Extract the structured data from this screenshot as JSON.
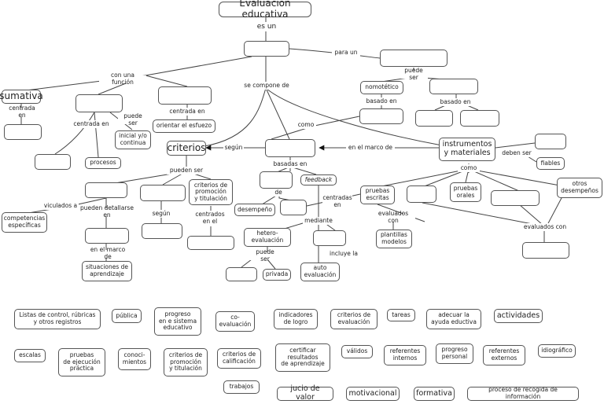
{
  "map": {
    "title": "Evaluación educativa",
    "links": {
      "es_un": "es un",
      "para_un": "para un",
      "con_una_funcion": "con una función",
      "puede_ser_top": "puede ser",
      "se_compone_de": "se compone de",
      "centrada_en_1": "centrada en",
      "centrada_en_2": "centrada en",
      "puede_ser_2": "puede ser",
      "centrada_en_3": "centrada en",
      "basado_en_1": "basado en",
      "basado_en_2": "basado en",
      "como_1": "como",
      "segun_1": "según",
      "en_el_marco_de_1": "en el marco de",
      "deben_ser": "deben ser",
      "basadas_en": "basadas en",
      "como_2": "como",
      "pueden_ser": "pueden ser",
      "viculados_a": "viculados a",
      "pueden_detallarse_en": "pueden detallarse en",
      "segun_2": "según",
      "centrados_en_el": "centrados\nen el",
      "de": "de",
      "centradas_en": "centradas\nen",
      "evaluados_con_1": "evaluados con",
      "evaluados_con_2": "evaluados con",
      "mediante": "mediante",
      "en_el_marco_de_2": "en el marco de",
      "puede_ser_3": "puede ser",
      "incluye_la": "incluye la"
    },
    "concepts": {
      "sumativa": "sumativa",
      "nomotetico": "nomotético",
      "orientar": "orientar el esfuezo",
      "inicial": "inicial y/o\ncontinua",
      "procesos": "procesos",
      "criterios": "criterios",
      "instrumentos": "instrumentos\ny materiales",
      "fiables": "fiables",
      "competencias": "competencias\nespecíficas",
      "criterios_promocion_1": "criterios de\npromoción\ny titulación",
      "desempeno": "desempeño",
      "feedback": "feedback",
      "pruebas_escritas": "pruebas\nescritas",
      "pruebas_orales": "pruebas\norales",
      "otros_desempenos": "otros\ndesempeños",
      "plantillas": "plantillas\nmodelos",
      "heteroevaluacion": "hetero-\nevaluación",
      "situaciones": "situaciones de\naprendizaje",
      "privada": "privada",
      "autoevaluacion": "auto\nevaluación"
    },
    "bank": {
      "listas": "Listas de control, rúbricas\ny otros registros",
      "publica": "pública",
      "progreso_sistema": "progreso\nen e sistema\neducativo",
      "coevaluacion": "co-\nevaluación",
      "indicadores": "indicadores\nde logro",
      "criterios_evaluacion": "criterios de\nevaluación",
      "tareas": "tareas",
      "adecuar": "adecuar la\nayuda eductiva",
      "actividades": "actividades",
      "escalas": "escalas",
      "pruebas_ejecucion": "pruebas\nde ejecución\npráctica",
      "conocimientos": "conoci-\nmientos",
      "criterios_promocion_2": "criterios de\npromoción\ny titulación",
      "criterios_calificacion": "criterios de\ncalificación",
      "certificar": "certificar\nresultados\nde aprendizaje",
      "validos": "válidos",
      "referentes_internos": "referentes\ninternos",
      "progreso_personal": "progreso\npersonal",
      "referentes_externos": "referentes\nexternos",
      "idiografico": "idiográfico",
      "trabajos": "trabajos",
      "juicio": "jucio de valor",
      "motivacional": "motivacional",
      "formativa": "formativa",
      "proceso_recogida": "proceso de recogida de información"
    }
  }
}
